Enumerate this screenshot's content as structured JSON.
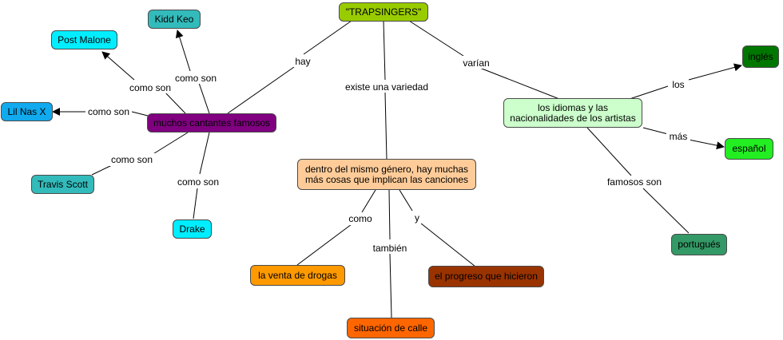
{
  "colors": {
    "lines": "#000000",
    "trap": "#99cc00",
    "purple": "#800080",
    "teal": "#33bbbb",
    "cyan": "#00eeff",
    "skyblue": "#11aaee",
    "peach": "#ffcc99",
    "orange": "#ff9900",
    "darkorange": "#ff6600",
    "brown": "#993300",
    "lightgreen": "#ccffcc",
    "darkgreen": "#007700",
    "green": "#22ee22",
    "seagreen": "#339966"
  },
  "nodes": {
    "trapsingers": "\"TRAPSINGERS\"",
    "cantantes": "muchos cantantes famosos",
    "kidd_keo": "Kidd Keo",
    "post_malone": "Post Malone",
    "lil_nas_x": "Lil Nas X",
    "travis_scott": "Travis Scott",
    "drake": "Drake",
    "genero": "dentro del mismo género, hay muchas más cosas que implican las canciones",
    "drogas": "la venta de drogas",
    "calle": "situación de calle",
    "progreso": "el progreso que hicieron",
    "idiomas": "los idiomas y las nacionalidades de los artistas",
    "ingles": "inglés",
    "espanol": "español",
    "portugues": "portugués"
  },
  "links": {
    "hay": "hay",
    "existe": "existe una variedad",
    "varian": "varían",
    "como_son_1": "como son",
    "como_son_2": "como son",
    "como_son_3": "como son",
    "como_son_4": "como son",
    "como_son_5": "como son",
    "como": "como",
    "tambien": "también",
    "y": "y",
    "los": "los",
    "mas": "más",
    "famosos_son": "famosos son"
  }
}
